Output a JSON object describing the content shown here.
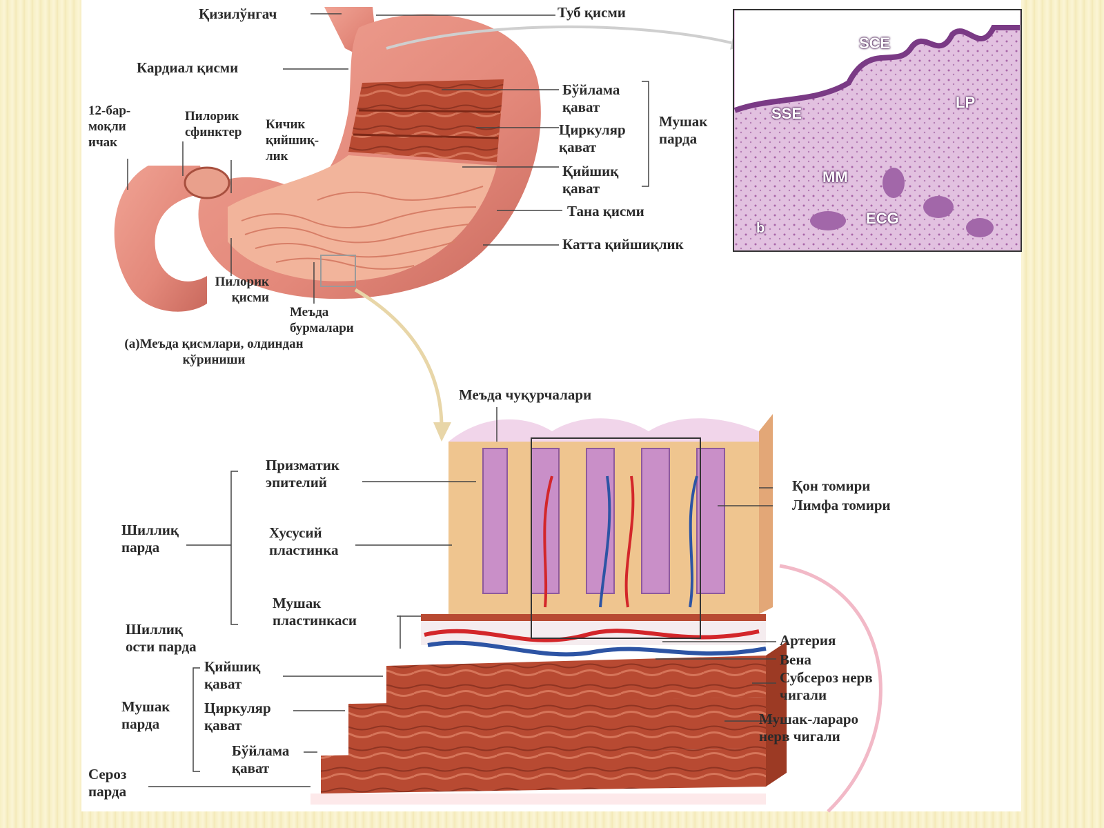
{
  "stomach_labels": {
    "esophagus": "Қизилўнгач",
    "fundus": "Туб қисми",
    "cardia": "Кардиал қисми",
    "duodenum": "12-бар-моқли ичак",
    "pyloric_sphincter": "Пилорик сфинктер",
    "lesser_curvature": "Кичик қийшиқ-лик",
    "longitudinal_layer": "Бўйлама қават",
    "circular_layer": "Циркуляр қават",
    "oblique_layer": "Қийшиқ қават",
    "muscular_coat": "Мушак парда",
    "body": "Тана қисми",
    "greater_curvature": "Катта қийшиқлик",
    "pyloric_part": "Пилорик қисми",
    "gastric_folds": "Меъда бурмалари",
    "caption": "(а)Меъда қисмлари, олдиндан кўриниши"
  },
  "histology_labels": {
    "sce": "SCE",
    "sse": "SSE",
    "lp": "LP",
    "mm": "MM",
    "ecg": "ECG",
    "panel_letter": "b"
  },
  "wall_labels": {
    "gastric_pits": "Меъда чуқурчалари",
    "columnar_epithelium": "Призматик эпителий",
    "lamina_propria": "Хусусий пластинка",
    "muscularis_mucosae": "Мушак пластинкаси",
    "mucosa": "Шиллиқ парда",
    "submucosa": "Шиллиқ ости парда",
    "oblique_layer": "Қийшиқ қават",
    "circular_layer": "Циркуляр қават",
    "longitudinal_layer": "Бўйлама қават",
    "muscularis": "Мушак парда",
    "serosa": "Сероз парда",
    "blood_vessel": "Қон томири",
    "lymph_vessel": "Лимфа томири",
    "artery": "Артерия",
    "vein": "Вена",
    "subserosal_plexus": "Субсероз нерв чигали",
    "myenteric_plexus": "Мушак-лараро нерв чигали"
  },
  "colors": {
    "stomach_outer": "#e3887a",
    "stomach_inner": "#eea890",
    "muscle": "#b5472f",
    "histology": "#c98fc8",
    "artery": "#d3262a",
    "vein": "#2d54a4"
  }
}
